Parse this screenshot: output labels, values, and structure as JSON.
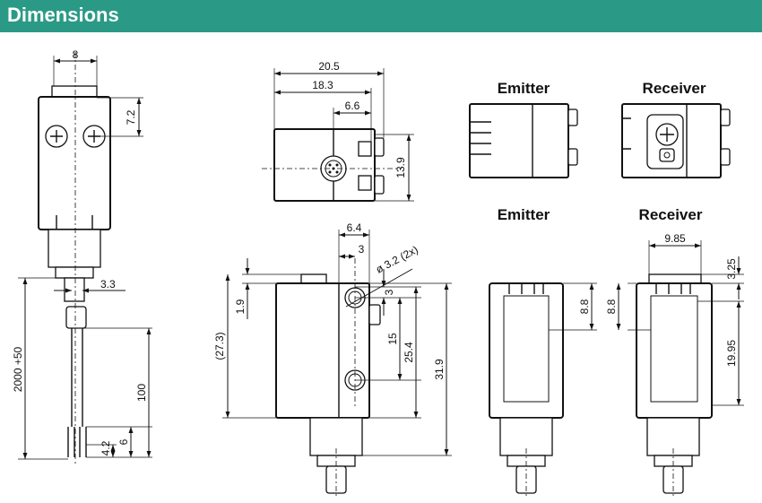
{
  "header": {
    "title": "Dimensions",
    "color": "#2a9a86"
  },
  "views": {
    "emitter_top": "Emitter",
    "receiver_top": "Receiver",
    "emitter_bottom": "Emitter",
    "receiver_bottom": "Receiver"
  },
  "dims": {
    "d8": "8",
    "d7_2": "7.2",
    "d3_3": "3.3",
    "d2000": "2000 +50",
    "d100": "100",
    "d6": "6",
    "d4_2": "4.2",
    "d20_5": "20.5",
    "d18_3": "18.3",
    "d6_6": "6.6",
    "d13_9": "13.9",
    "d6_4": "6.4",
    "d3a": "3",
    "d3b": "3",
    "dhole": "ø 3.2 (2x)",
    "d1_9": "1.9",
    "d27_3": "(27.3)",
    "d15": "15",
    "d25_4": "25.4",
    "d31_9": "31.9",
    "d8_8a": "8.8",
    "d8_8b": "8.8",
    "d9_85": "9.85",
    "d3_25": "3.25",
    "d19_95": "19.95"
  }
}
